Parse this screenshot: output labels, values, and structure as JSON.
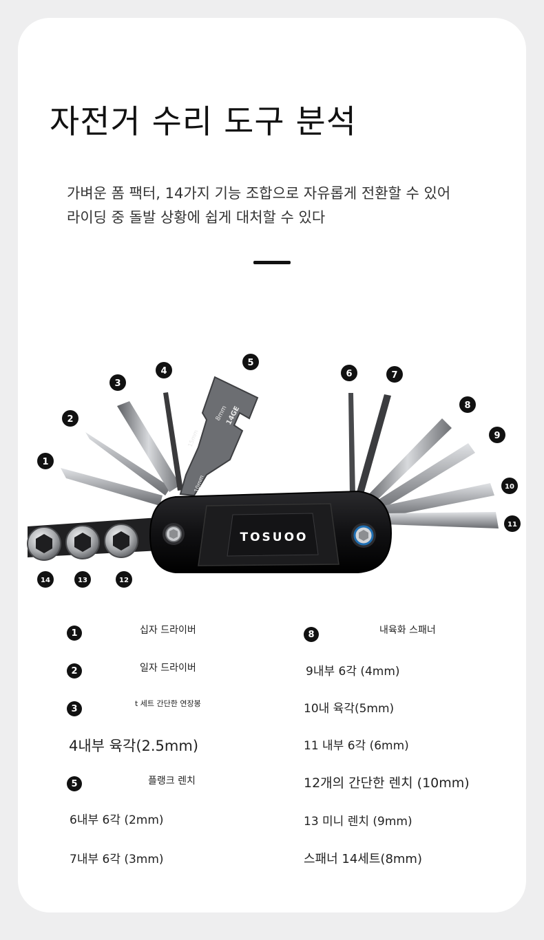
{
  "title": "자전거 수리 도구 분석",
  "subtitle": {
    "line1": "가벼운 폼 팩터, 14가지 기능 조합으로 자유롭게 전환할 수 있어",
    "line2": "라이딩 중 돌발 상황에 쉽게 대처할 수 있다"
  },
  "tool": {
    "brand": "TOSUOO",
    "engrave_a": "8mm",
    "engrave_b": "14GE",
    "engrave_c": "15mm",
    "engrave_d": "10mm"
  },
  "callouts": [
    "1",
    "2",
    "3",
    "4",
    "5",
    "6",
    "7",
    "8",
    "9",
    "10",
    "11",
    "12",
    "13",
    "14"
  ],
  "specs_left": [
    {
      "badge": "1",
      "label": "십자 드라이버"
    },
    {
      "badge": "2",
      "label": "일자 드라이버"
    },
    {
      "badge": "3",
      "label": "t 세트 간단한 연장봉"
    },
    {
      "badge": "",
      "label": "4내부 육각(2.5mm)"
    },
    {
      "badge": "5",
      "label": "플랭크 렌치"
    },
    {
      "badge": "",
      "label": "6내부 6각 (2mm)"
    },
    {
      "badge": "",
      "label": "7내부 6각 (3mm)"
    }
  ],
  "specs_right": [
    {
      "badge": "8",
      "label": "내육화 스패너"
    },
    {
      "badge": "",
      "label": "9내부 6각 (4mm)"
    },
    {
      "badge": "",
      "label": "10내 육각(5mm)"
    },
    {
      "badge": "",
      "label": "11 내부 6각 (6mm)"
    },
    {
      "badge": "",
      "label": "12개의 간단한 렌치 (10mm)"
    },
    {
      "badge": "",
      "label": "13 미니 렌치 (9mm)"
    },
    {
      "badge": "",
      "label": "스패너 14세트(8mm)"
    }
  ],
  "colors": {
    "background": "#eeeeef",
    "card": "#ffffff",
    "badge": "#111111",
    "tool_body": "#1a1a1c",
    "metal": "#9a9ca0"
  }
}
